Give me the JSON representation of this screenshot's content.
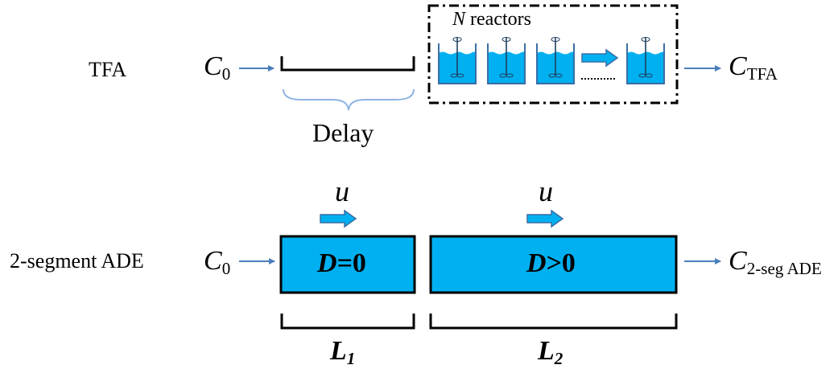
{
  "tfa": {
    "row_label": "TFA",
    "input": {
      "symbol": "C",
      "subscript": "0"
    },
    "delay_label": "Delay",
    "reactors_n": "N",
    "reactors_word": "reactors",
    "output": {
      "symbol": "C",
      "subscript": "TFA"
    }
  },
  "ade": {
    "row_label": "2-segment ADE",
    "input": {
      "symbol": "C",
      "subscript": "0"
    },
    "velocity_1": "u",
    "velocity_2": "u",
    "segment_1": {
      "var": "D",
      "rel": "=0"
    },
    "segment_2": {
      "var": "D",
      "rel": ">0"
    },
    "length_1": {
      "symbol": "L",
      "subscript": "1"
    },
    "length_2": {
      "symbol": "L",
      "subscript": "2"
    },
    "output": {
      "symbol": "C",
      "subscript": "2-seg ADE"
    }
  },
  "colors": {
    "fill": "#00b0f0",
    "arrow_blue": "#4a7ebb",
    "brace_blue": "#8eb4e3",
    "outline": "#000000"
  },
  "icons": [
    "mixer-reactor-icon",
    "flow-arrow-icon"
  ]
}
